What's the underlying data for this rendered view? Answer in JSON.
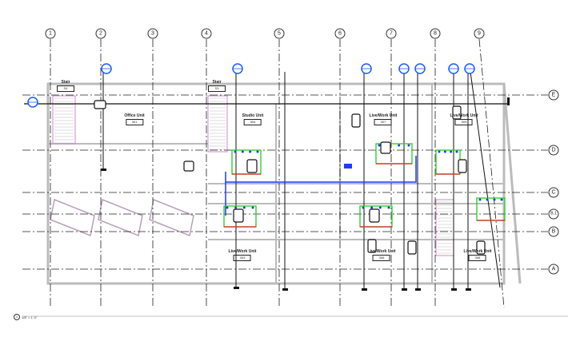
{
  "grid_columns": [
    "1",
    "2",
    "3",
    "4",
    "5",
    "6",
    "7",
    "8",
    "9"
  ],
  "grid_rows": [
    "E",
    "D",
    "C",
    "B.1",
    "B",
    "A"
  ],
  "rooms": [
    {
      "name": "Stair",
      "number": "S4"
    },
    {
      "name": "Stair",
      "number": "S3"
    },
    {
      "name": "Office Unit",
      "number": "301"
    },
    {
      "name": "Studio Unit",
      "number": "304"
    },
    {
      "name": "Live/Work Unit",
      "number": "307"
    },
    {
      "name": "Live/Work Unit",
      "number": "309"
    },
    {
      "name": "Live/Work Unit",
      "number": "303"
    },
    {
      "name": "Live/Work Unit",
      "number": "306"
    },
    {
      "name": "Live/Work Unit",
      "number": "308"
    }
  ],
  "view_title": {
    "number": "1",
    "scale": "1/8\" = 1'-0\""
  },
  "colors": {
    "grid": "#222222",
    "walls": "#bbbbbb",
    "duct": "#1a3cff",
    "equipment_green": "#22cc22",
    "equipment_red": "#dd2222",
    "section_marker": "#1a5cff",
    "stair_pink": "#cc88cc"
  }
}
